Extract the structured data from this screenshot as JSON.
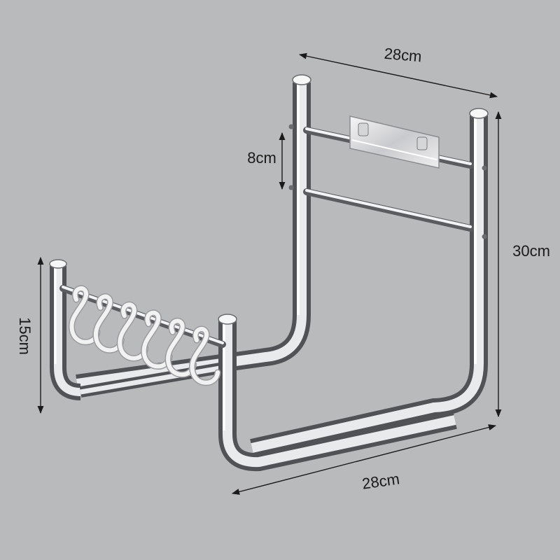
{
  "dimensions": {
    "top_width": "28cm",
    "bottom_width": "28cm",
    "height": "30cm",
    "bar_spacing": "8cm",
    "hook_rack_height": "15cm"
  },
  "colors": {
    "background": "#b9babc",
    "chrome_dark": "#5a5c60",
    "chrome_light": "#f4f5f6",
    "hook": "#f2f2f2",
    "line": "#1a1a1a"
  },
  "parts": {
    "hook_count": 6,
    "mount_plate": "adhesive-plate",
    "frame": "chrome-tube-frame"
  }
}
